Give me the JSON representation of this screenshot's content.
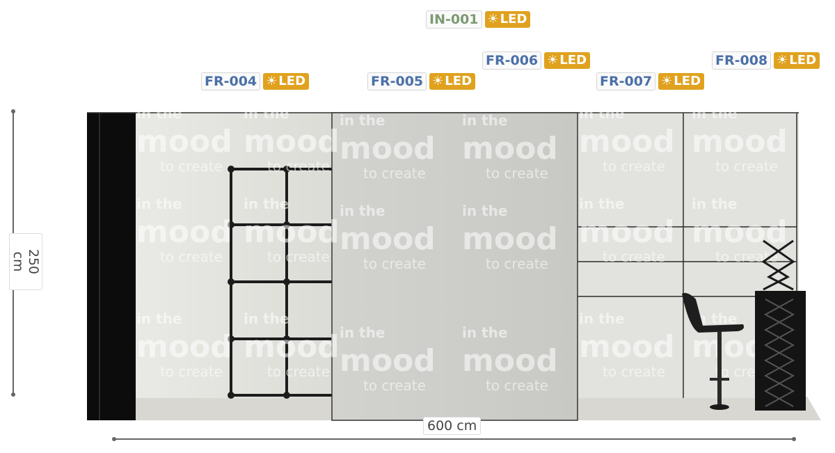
{
  "tags": [
    {
      "id": "in-001",
      "code": "IN-001",
      "badge": "LED",
      "badge_icon": "sun-icon",
      "color": "#7c9a72"
    },
    {
      "id": "fr-004",
      "code": "FR-004",
      "badge": "LED",
      "badge_icon": "sun-icon",
      "color": "#4a70a8"
    },
    {
      "id": "fr-005",
      "code": "FR-005",
      "badge": "LED",
      "badge_icon": "sun-icon",
      "color": "#4a70a8"
    },
    {
      "id": "fr-006",
      "code": "FR-006",
      "badge": "LED",
      "badge_icon": "sun-icon",
      "color": "#4a70a8"
    },
    {
      "id": "fr-007",
      "code": "FR-007",
      "badge": "LED",
      "badge_icon": "sun-icon",
      "color": "#4a70a8"
    },
    {
      "id": "fr-008",
      "code": "FR-008",
      "badge": "LED",
      "badge_icon": "sun-icon",
      "color": "#4a70a8"
    }
  ],
  "dimensions": {
    "width": "600 cm",
    "height": "250 cm"
  },
  "watermark": {
    "line1": "in the",
    "line2": "mood",
    "line3": "to create"
  },
  "colors": {
    "led_badge": "#e0a21e",
    "wall": "#e4e4e0",
    "center_panel": "#cfcfcc",
    "frame": "#111111"
  }
}
